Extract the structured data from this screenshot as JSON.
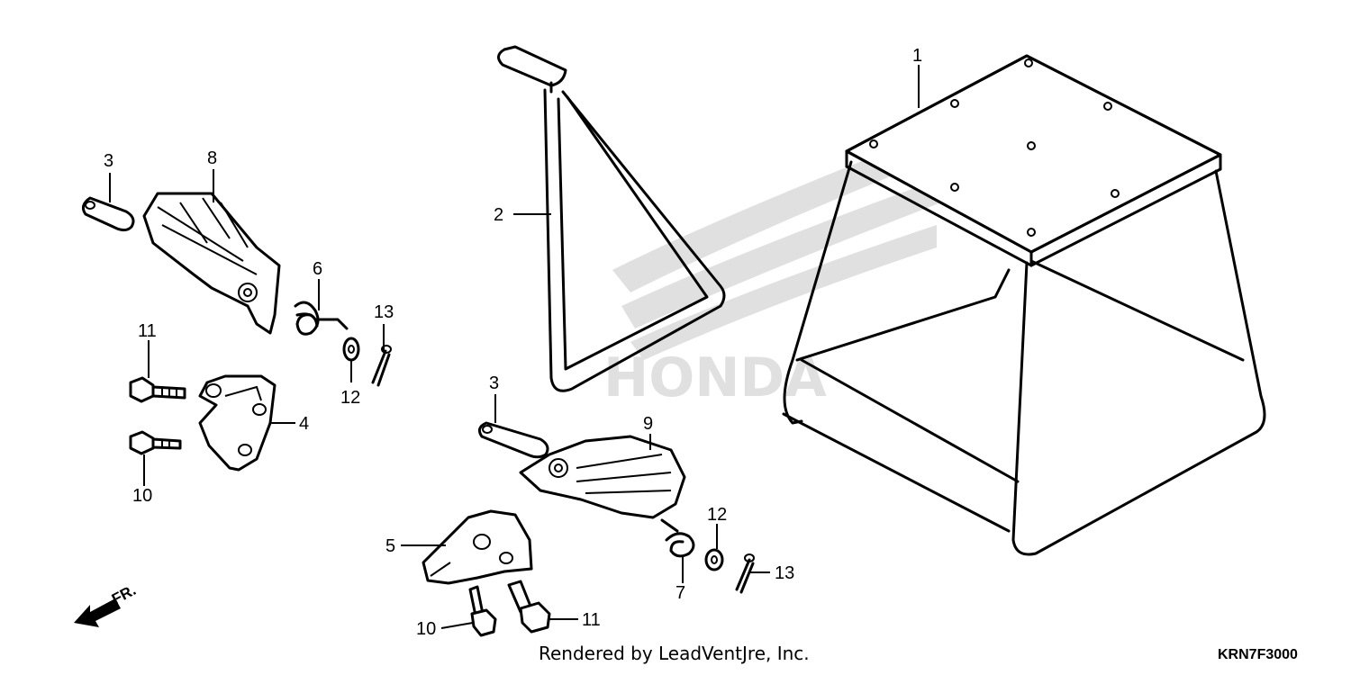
{
  "callouts": {
    "c1": "1",
    "c2": "2",
    "c3a": "3",
    "c3b": "3",
    "c4": "4",
    "c5": "5",
    "c6": "6",
    "c7": "7",
    "c8": "8",
    "c9": "9",
    "c10a": "10",
    "c10b": "10",
    "c11a": "11",
    "c11b": "11",
    "c12a": "12",
    "c12b": "12",
    "c13a": "13",
    "c13b": "13"
  },
  "direction_label": "FR.",
  "watermark": "HONDA",
  "footer_text": "Rendered by LeadVentJre, Inc.",
  "diagram_code": "KRN7F3000"
}
